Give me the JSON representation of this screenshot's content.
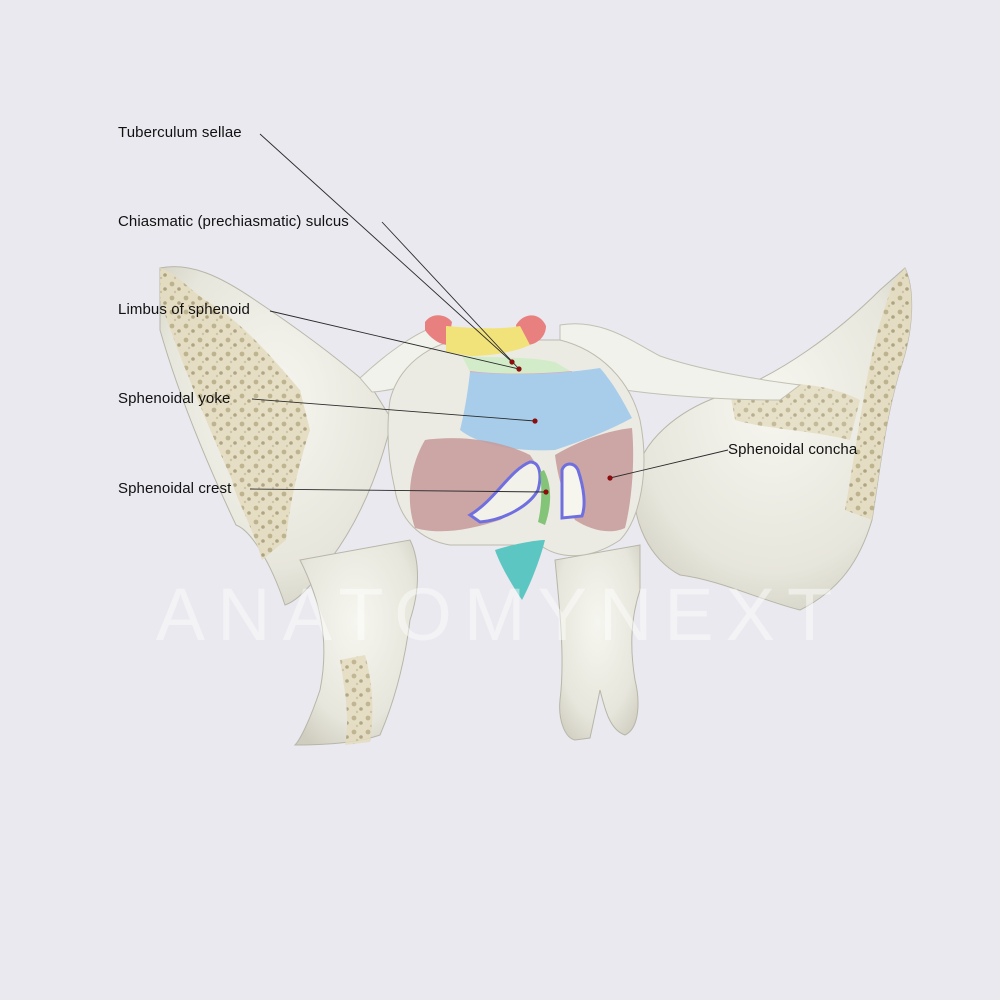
{
  "labels": {
    "tuberculum_sellae": "Tuberculum sellae",
    "chiasmatic_sulcus": "Chiasmatic (prechiasmatic) sulcus",
    "limbus": "Limbus of sphenoid",
    "yoke": "Sphenoidal yoke",
    "crest": "Sphenoidal crest",
    "concha": "Sphenoidal concha"
  },
  "watermark": "ANATOMYNEXT",
  "colors": {
    "background": "#e9e9ef",
    "bone": "#eeeee6",
    "cancellous": "#d8cfae",
    "tuberculum": "#f2e27a",
    "clinoid": "#e98080",
    "sulcus": "#d2ecc9",
    "yoke": "#a8cdea",
    "concha": "#c79a9a",
    "crest": "#78c06c",
    "rostrum": "#5cc6c2",
    "outline": "#6f6fe0",
    "marker": "#8b0d0d"
  }
}
